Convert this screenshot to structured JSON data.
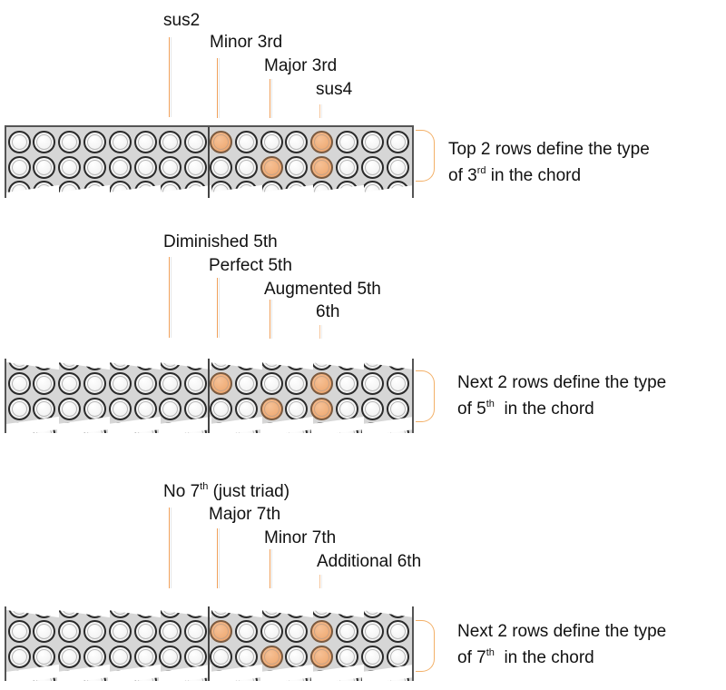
{
  "colors": {
    "highlight": "#F0AD78",
    "tick": "#F0A05A",
    "bracket": "#F3B068"
  },
  "grid": {
    "columns": 16
  },
  "sections": [
    {
      "id": "third",
      "labels": [
        {
          "text": "sus2",
          "column": 6
        },
        {
          "text": "Minor 3rd",
          "column": 8
        },
        {
          "text": "Major 3rd",
          "column": 10
        },
        {
          "text": "sus4",
          "column": 12
        }
      ],
      "rows": [
        {
          "highlighted_columns": [
            8,
            12
          ]
        },
        {
          "highlighted_columns": [
            10,
            12
          ]
        }
      ],
      "description": {
        "line1": "Top 2 rows define the type",
        "prefix": "of 3",
        "sup": "rd",
        "suffix": " in the chord"
      }
    },
    {
      "id": "fifth",
      "labels": [
        {
          "text": "Diminished 5th",
          "column": 6
        },
        {
          "text": "Perfect 5th",
          "column": 8
        },
        {
          "text": "Augmented 5th",
          "column": 10
        },
        {
          "text": "6th",
          "column": 12
        }
      ],
      "rows": [
        {
          "highlighted_columns": [
            8,
            12
          ]
        },
        {
          "highlighted_columns": [
            10,
            12
          ]
        }
      ],
      "description": {
        "line1": "Next 2 rows define the type",
        "prefix": "of 5",
        "sup": "th",
        "suffix": "  in the chord"
      }
    },
    {
      "id": "seventh",
      "labels": [
        {
          "text": "No 7",
          "sup": "th",
          "after": " (just triad)",
          "column": 6
        },
        {
          "text": "Major 7th",
          "column": 8
        },
        {
          "text": "Minor 7th",
          "column": 10
        },
        {
          "text": "Additional 6th",
          "column": 12
        }
      ],
      "rows": [
        {
          "highlighted_columns": [
            8,
            12
          ]
        },
        {
          "highlighted_columns": [
            10,
            12
          ]
        }
      ],
      "description": {
        "line1": "Next 2 rows define the type",
        "prefix": "of 7",
        "sup": "th",
        "suffix": "  in the chord"
      }
    }
  ]
}
